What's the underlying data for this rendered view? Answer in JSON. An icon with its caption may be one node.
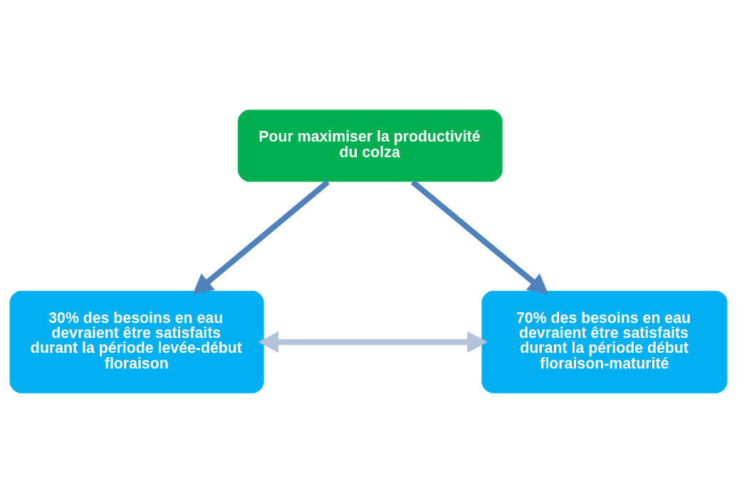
{
  "diagram": {
    "nodes": [
      {
        "text": [
          "Pour maximiser la productivité du colza"
        ]
      },
      {
        "text": [
          "30% des besoins en eau devraient être satisfaits durant la période levée-début floraison"
        ]
      },
      {
        "text": [
          "70% des besoins en eau devraient être satisfaits durant la période début floraison-maturité"
        ]
      }
    ],
    "edges": [
      {
        "from": 0,
        "to": 1,
        "arrow": "to"
      },
      {
        "from": 0,
        "to": 2,
        "arrow": "to"
      },
      {
        "from": 1,
        "to": 2,
        "arrow": "both",
        "color": "#b4c2dc"
      }
    ]
  }
}
